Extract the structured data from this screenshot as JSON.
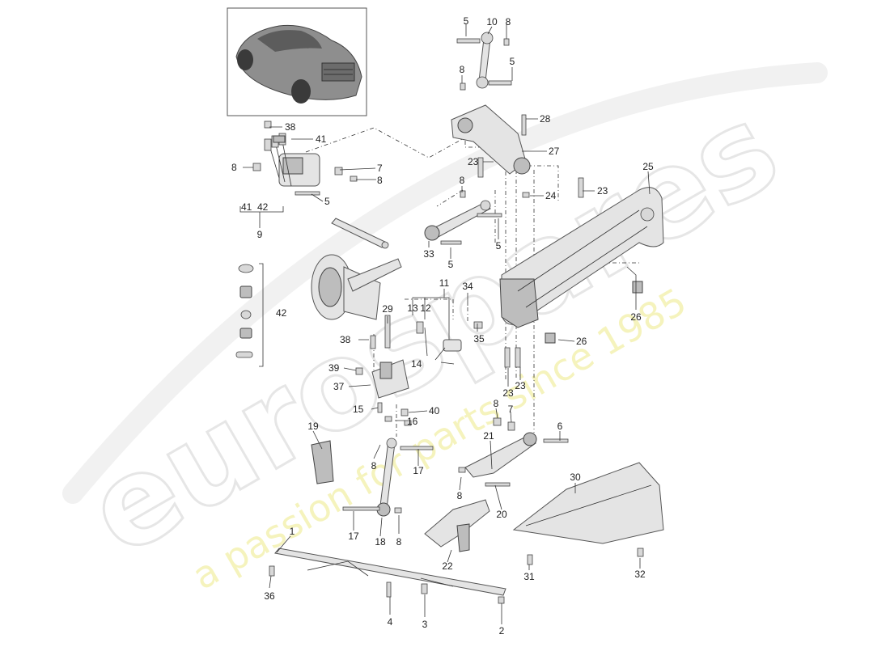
{
  "watermark": {
    "brand": "eurospares",
    "tagline": "a passion for parts since 1985"
  },
  "callouts": {
    "c1": "1",
    "c2": "2",
    "c3": "3",
    "c4": "4",
    "c5a": "5",
    "c5b": "5",
    "c5c": "5",
    "c5d": "5",
    "c5e": "5",
    "c6": "6",
    "c7a": "7",
    "c7b": "7",
    "c8a": "8",
    "c8b": "8",
    "c8c": "8",
    "c8d": "8",
    "c8e": "8",
    "c8f": "8",
    "c8g": "8",
    "c8h": "8",
    "c8i": "8",
    "c9": "9",
    "c10": "10",
    "c11": "11",
    "c12": "12",
    "c13": "13",
    "c14": "14",
    "c15": "15",
    "c16": "16",
    "c17a": "17",
    "c17b": "17",
    "c18": "18",
    "c19": "19",
    "c20": "20",
    "c21": "21",
    "c22": "22",
    "c23a": "23",
    "c23b": "23",
    "c23c": "23",
    "c23d": "23",
    "c24": "24",
    "c25": "25",
    "c26a": "26",
    "c26b": "26",
    "c27": "27",
    "c28": "28",
    "c29": "29",
    "c30": "30",
    "c31": "31",
    "c32": "32",
    "c33": "33",
    "c34": "34",
    "c35": "35",
    "c36": "36",
    "c37": "37",
    "c38a": "38",
    "c38b": "38",
    "c39": "39",
    "c40": "40",
    "c41a": "41",
    "c41b": "41",
    "c42a": "42",
    "c42b": "42"
  }
}
